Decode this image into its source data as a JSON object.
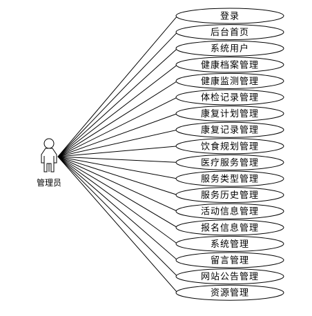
{
  "actor": {
    "label": "管理员",
    "icon": "stick-figure-actor-icon"
  },
  "use_cases": [
    "登录",
    "后台首页",
    "系统用户",
    "健康档案管理",
    "健康监测管理",
    "体检记录管理",
    "康复计划管理",
    "康复记录管理",
    "饮食规划管理",
    "医疗服务管理",
    "服务类型管理",
    "服务历史管理",
    "活动信息管理",
    "报名信息管理",
    "系统管理",
    "留言管理",
    "网站公告管理",
    "资源管理"
  ],
  "colors": {
    "stroke": "#000000",
    "fill": "#ffffff",
    "text": "#000000"
  }
}
